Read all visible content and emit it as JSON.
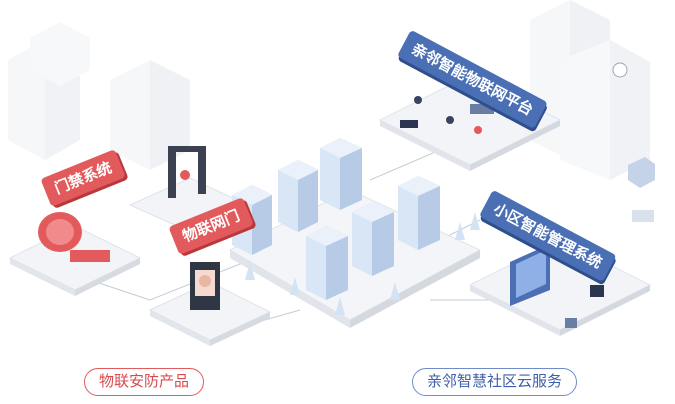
{
  "labels": {
    "access_control": "门禁系统",
    "iot_gate": "物联网门",
    "iot_platform": "亲邻智能物联网平台",
    "community_mgmt": "小区智能管理系统"
  },
  "footer": {
    "security_products": "物联安防产品",
    "cloud_service": "亲邻智慧社区云服务"
  },
  "colors": {
    "red_accent": "#e35a5c",
    "blue_accent": "#4a6fb5",
    "building_blue": "#c9dbef",
    "platform_gray": "#eef1f5"
  }
}
